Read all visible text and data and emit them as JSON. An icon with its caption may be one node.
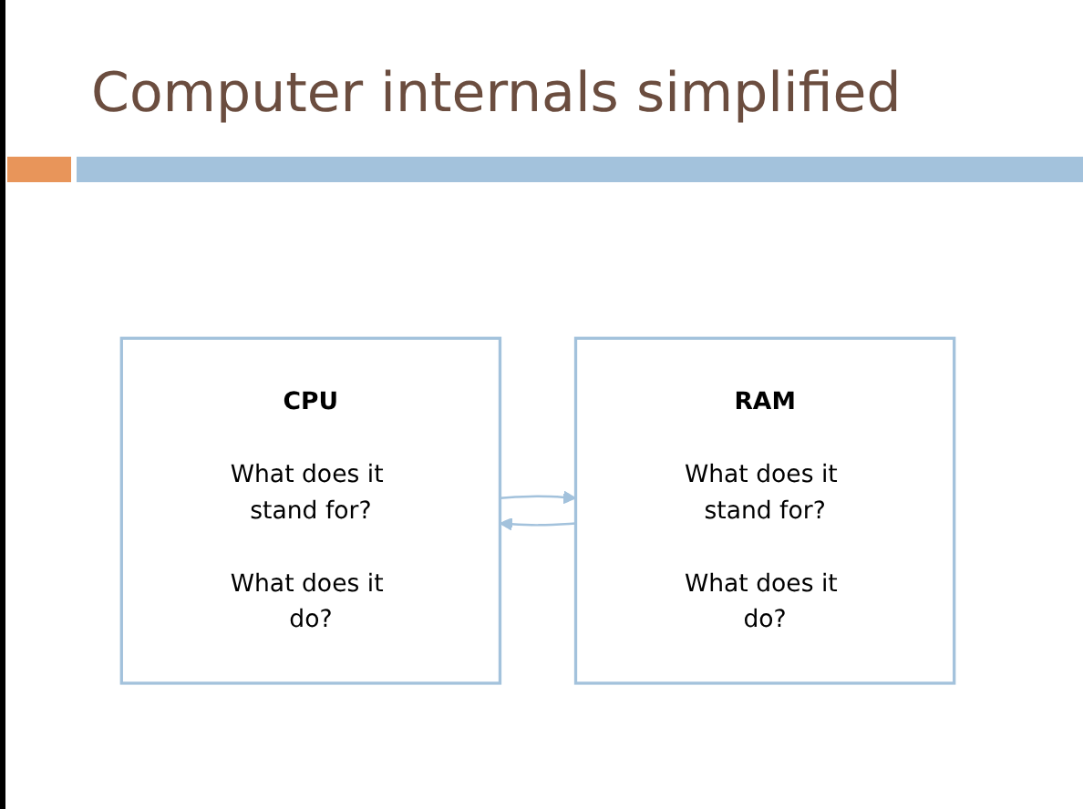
{
  "diagram": {
    "title": "Computer internals simplified",
    "nodes": [
      {
        "text": [
          "CPU",
          "What does it stand for?",
          "What does it do?"
        ]
      },
      {
        "text": [
          "RAM",
          "What does it stand for?",
          "What does it do?"
        ]
      }
    ],
    "edges": [
      {
        "from": 0,
        "to": 1,
        "arrow": "to"
      },
      {
        "from": 1,
        "to": 0,
        "arrow": "to"
      }
    ]
  }
}
